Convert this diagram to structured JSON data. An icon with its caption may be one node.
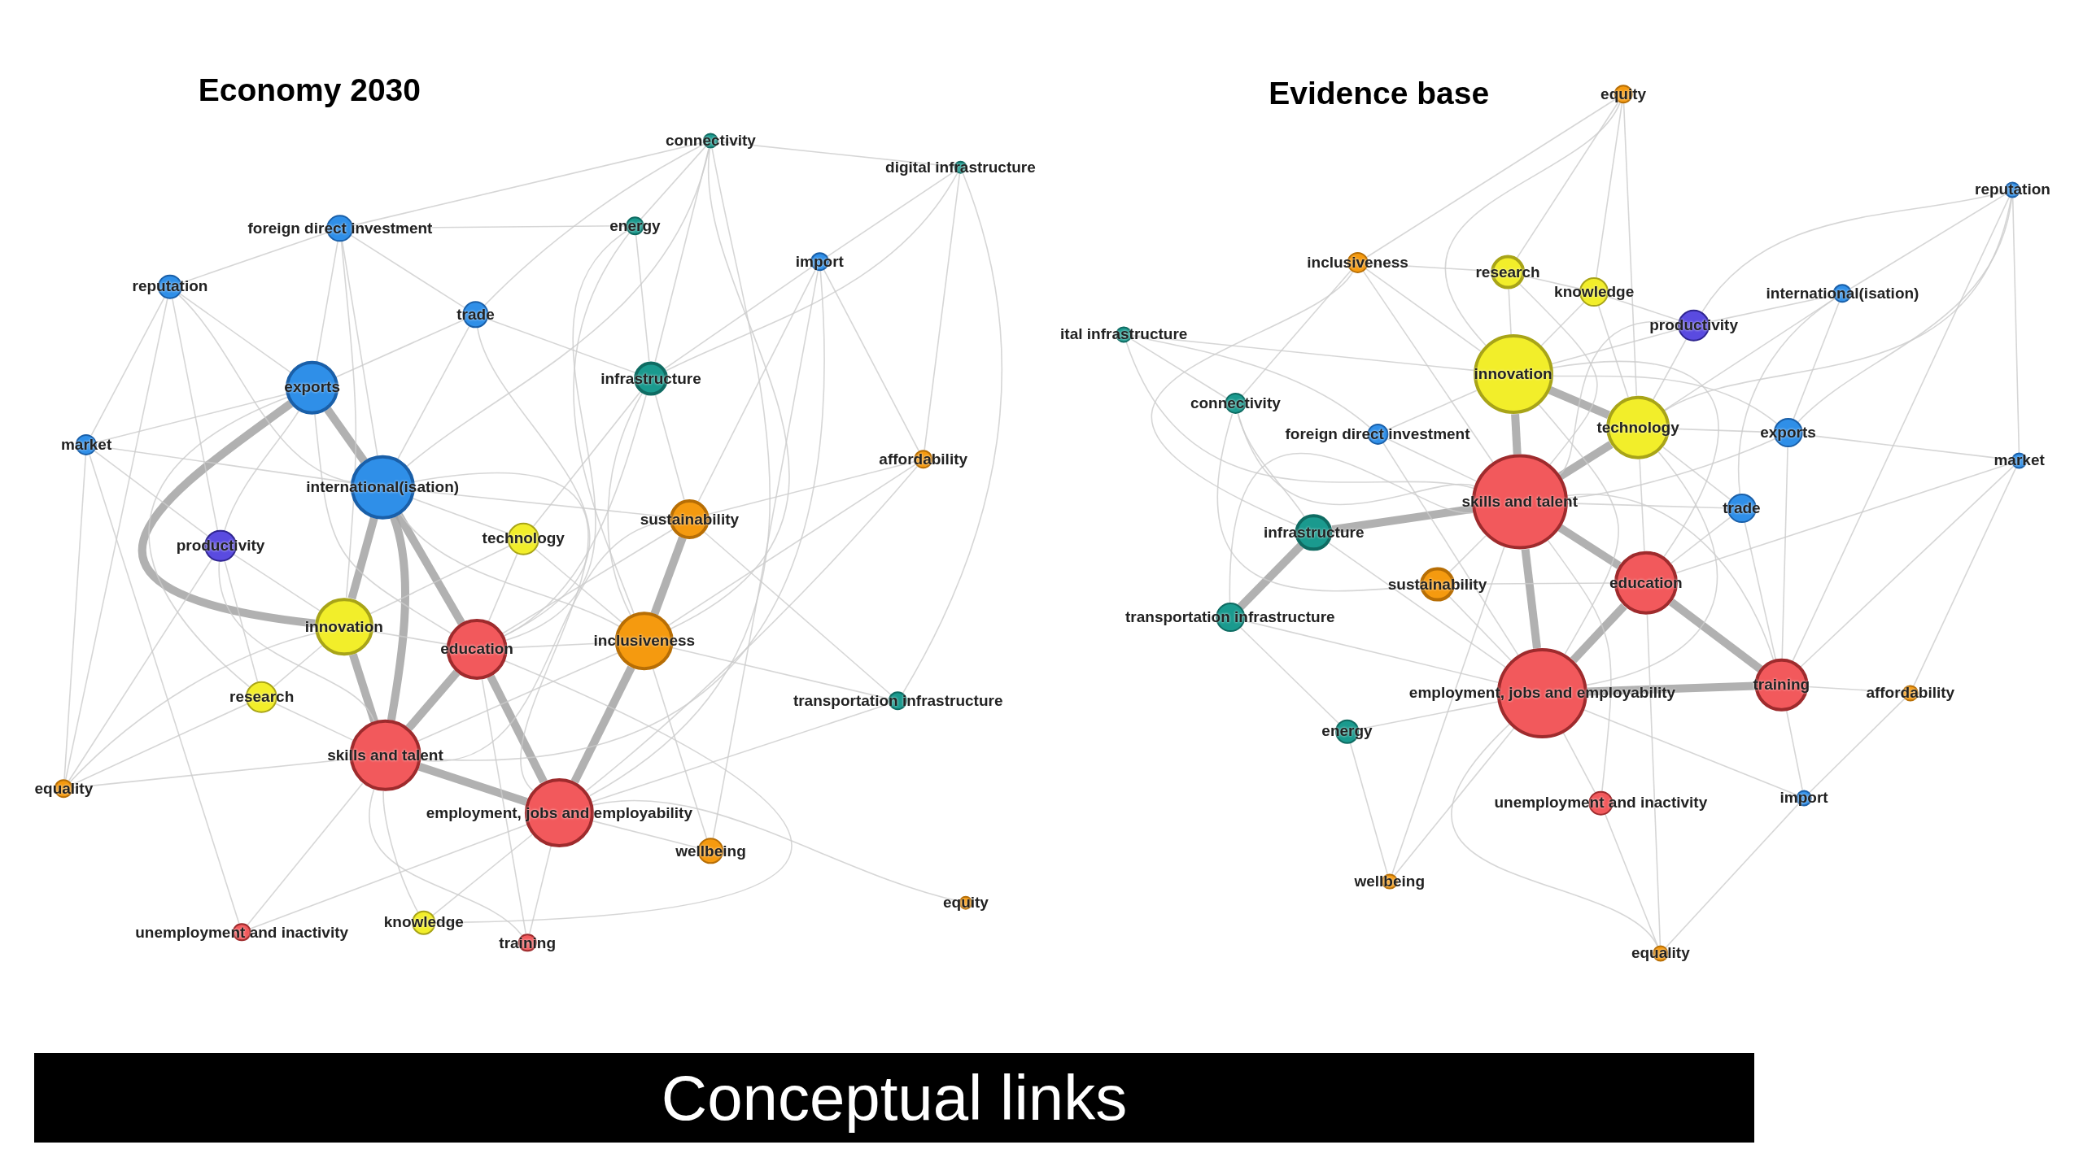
{
  "diagram": {
    "title": "Conceptual links",
    "nodes": [
      {
        "text": [
          "connectivity"
        ]
      },
      {
        "text": [
          "digital infrastructure"
        ]
      },
      {
        "text": [
          "foreign direct investment"
        ]
      },
      {
        "text": [
          "energy"
        ]
      },
      {
        "text": [
          "import"
        ]
      },
      {
        "text": [
          "reputation"
        ]
      },
      {
        "text": [
          "trade"
        ]
      },
      {
        "text": [
          "exports"
        ]
      },
      {
        "text": [
          "infrastructure"
        ]
      },
      {
        "text": [
          "market"
        ]
      },
      {
        "text": [
          "affordability"
        ]
      },
      {
        "text": [
          "international(isation)"
        ]
      },
      {
        "text": [
          "productivity"
        ]
      },
      {
        "text": [
          "technology"
        ]
      },
      {
        "text": [
          "sustainability"
        ]
      },
      {
        "text": [
          "innovation"
        ]
      },
      {
        "text": [
          "education"
        ]
      },
      {
        "text": [
          "inclusiveness"
        ]
      },
      {
        "text": [
          "research"
        ]
      },
      {
        "text": [
          "transportation infrastructure"
        ]
      },
      {
        "text": [
          "equality"
        ]
      },
      {
        "text": [
          "skills and talent"
        ]
      },
      {
        "text": [
          "employment, jobs and employability"
        ]
      },
      {
        "text": [
          "wellbeing"
        ]
      },
      {
        "text": [
          "equity"
        ]
      },
      {
        "text": [
          "unemployment and inactivity"
        ]
      },
      {
        "text": [
          "knowledge"
        ]
      },
      {
        "text": [
          "training"
        ]
      },
      {
        "text": [
          "equity"
        ]
      },
      {
        "text": [
          "reputation"
        ]
      },
      {
        "text": [
          "inclusiveness"
        ]
      },
      {
        "text": [
          "research"
        ]
      },
      {
        "text": [
          "knowledge"
        ]
      },
      {
        "text": [
          "international(isation)"
        ]
      },
      {
        "text": [
          "productivity"
        ]
      },
      {
        "text": [
          "ital infrastructure"
        ]
      },
      {
        "text": [
          "innovation"
        ]
      },
      {
        "text": [
          "connectivity"
        ]
      },
      {
        "text": [
          "foreign direct investment"
        ]
      },
      {
        "text": [
          "technology"
        ]
      },
      {
        "text": [
          "exports"
        ]
      },
      {
        "text": [
          "market"
        ]
      },
      {
        "text": [
          "skills and talent"
        ]
      },
      {
        "text": [
          "trade"
        ]
      },
      {
        "text": [
          "infrastructure"
        ]
      },
      {
        "text": [
          "sustainability"
        ]
      },
      {
        "text": [
          "education"
        ]
      },
      {
        "text": [
          "transportation infrastructure"
        ]
      },
      {
        "text": [
          "employment, jobs and employability"
        ]
      },
      {
        "text": [
          "training"
        ]
      },
      {
        "text": [
          "affordability"
        ]
      },
      {
        "text": [
          "energy"
        ]
      },
      {
        "text": [
          "unemployment and inactivity"
        ]
      },
      {
        "text": [
          "import"
        ]
      },
      {
        "text": [
          "wellbeing"
        ]
      },
      {
        "text": [
          "equality"
        ]
      }
    ],
    "edges": [
      {
        "from": 7,
        "to": 11,
        "arrow": "none",
        "style": "thick"
      },
      {
        "from": 15,
        "to": 21,
        "arrow": "none",
        "style": "thick"
      },
      {
        "from": 21,
        "to": 22,
        "arrow": "none",
        "style": "thick"
      },
      {
        "from": 16,
        "to": 22,
        "arrow": "none",
        "style": "thick"
      },
      {
        "from": 17,
        "to": 22,
        "arrow": "none",
        "style": "thick"
      },
      {
        "from": 16,
        "to": 21,
        "arrow": "none",
        "style": "thick"
      },
      {
        "from": 11,
        "to": 15,
        "arrow": "none",
        "style": "thick"
      },
      {
        "from": 7,
        "to": 15,
        "arrow": "none",
        "style": "thick"
      },
      {
        "from": 14,
        "to": 17,
        "arrow": "none",
        "style": "thick"
      },
      {
        "from": 11,
        "to": 16,
        "arrow": "none",
        "style": "thick"
      },
      {
        "from": 11,
        "to": 21,
        "arrow": "none",
        "style": "thick"
      },
      {
        "from": 0,
        "to": 1,
        "arrow": "none"
      },
      {
        "from": 0,
        "to": 3,
        "arrow": "none"
      },
      {
        "from": 0,
        "to": 8,
        "arrow": "none"
      },
      {
        "from": 0,
        "to": 6,
        "arrow": "none"
      },
      {
        "from": 0,
        "to": 11,
        "arrow": "none"
      },
      {
        "from": 0,
        "to": 17,
        "arrow": "none"
      },
      {
        "from": 0,
        "to": 22,
        "arrow": "none"
      },
      {
        "from": 0,
        "to": 2,
        "arrow": "none"
      },
      {
        "from": 1,
        "to": 4,
        "arrow": "none"
      },
      {
        "from": 1,
        "to": 10,
        "arrow": "none"
      },
      {
        "from": 1,
        "to": 8,
        "arrow": "none"
      },
      {
        "from": 1,
        "to": 19,
        "arrow": "none"
      },
      {
        "from": 2,
        "to": 5,
        "arrow": "none"
      },
      {
        "from": 2,
        "to": 7,
        "arrow": "none"
      },
      {
        "from": 2,
        "to": 11,
        "arrow": "none"
      },
      {
        "from": 2,
        "to": 6,
        "arrow": "none"
      },
      {
        "from": 2,
        "to": 15,
        "arrow": "none"
      },
      {
        "from": 2,
        "to": 3,
        "arrow": "none"
      },
      {
        "from": 3,
        "to": 8,
        "arrow": "none"
      },
      {
        "from": 3,
        "to": 16,
        "arrow": "none"
      },
      {
        "from": 3,
        "to": 17,
        "arrow": "none"
      },
      {
        "from": 4,
        "to": 8,
        "arrow": "none"
      },
      {
        "from": 4,
        "to": 14,
        "arrow": "none"
      },
      {
        "from": 4,
        "to": 10,
        "arrow": "none"
      },
      {
        "from": 4,
        "to": 21,
        "arrow": "none"
      },
      {
        "from": 4,
        "to": 23,
        "arrow": "none"
      },
      {
        "from": 5,
        "to": 7,
        "arrow": "none"
      },
      {
        "from": 5,
        "to": 9,
        "arrow": "none"
      },
      {
        "from": 5,
        "to": 11,
        "arrow": "none"
      },
      {
        "from": 5,
        "to": 12,
        "arrow": "none"
      },
      {
        "from": 5,
        "to": 20,
        "arrow": "none"
      },
      {
        "from": 6,
        "to": 7,
        "arrow": "none"
      },
      {
        "from": 6,
        "to": 11,
        "arrow": "none"
      },
      {
        "from": 6,
        "to": 16,
        "arrow": "none"
      },
      {
        "from": 6,
        "to": 8,
        "arrow": "none"
      },
      {
        "from": 7,
        "to": 12,
        "arrow": "none"
      },
      {
        "from": 7,
        "to": 9,
        "arrow": "none"
      },
      {
        "from": 7,
        "to": 16,
        "arrow": "none"
      },
      {
        "from": 7,
        "to": 18,
        "arrow": "none"
      },
      {
        "from": 8,
        "to": 13,
        "arrow": "none"
      },
      {
        "from": 8,
        "to": 14,
        "arrow": "none"
      },
      {
        "from": 8,
        "to": 16,
        "arrow": "none"
      },
      {
        "from": 8,
        "to": 17,
        "arrow": "none"
      },
      {
        "from": 9,
        "to": 11,
        "arrow": "none"
      },
      {
        "from": 9,
        "to": 12,
        "arrow": "none"
      },
      {
        "from": 9,
        "to": 20,
        "arrow": "none"
      },
      {
        "from": 9,
        "to": 25,
        "arrow": "none"
      },
      {
        "from": 10,
        "to": 14,
        "arrow": "none"
      },
      {
        "from": 10,
        "to": 17,
        "arrow": "none"
      },
      {
        "from": 10,
        "to": 22,
        "arrow": "none"
      },
      {
        "from": 11,
        "to": 13,
        "arrow": "none"
      },
      {
        "from": 11,
        "to": 14,
        "arrow": "none"
      },
      {
        "from": 11,
        "to": 17,
        "arrow": "none"
      },
      {
        "from": 11,
        "to": 22,
        "arrow": "none"
      },
      {
        "from": 12,
        "to": 15,
        "arrow": "none"
      },
      {
        "from": 12,
        "to": 18,
        "arrow": "none"
      },
      {
        "from": 12,
        "to": 21,
        "arrow": "none"
      },
      {
        "from": 13,
        "to": 16,
        "arrow": "none"
      },
      {
        "from": 13,
        "to": 15,
        "arrow": "none"
      },
      {
        "from": 13,
        "to": 17,
        "arrow": "none"
      },
      {
        "from": 14,
        "to": 16,
        "arrow": "none"
      },
      {
        "from": 14,
        "to": 21,
        "arrow": "none"
      },
      {
        "from": 15,
        "to": 16,
        "arrow": "none"
      },
      {
        "from": 15,
        "to": 18,
        "arrow": "none"
      },
      {
        "from": 16,
        "to": 17,
        "arrow": "none"
      },
      {
        "from": 17,
        "to": 21,
        "arrow": "none"
      },
      {
        "from": 19,
        "to": 22,
        "arrow": "none"
      },
      {
        "from": 19,
        "to": 14,
        "arrow": "none"
      },
      {
        "from": 19,
        "to": 17,
        "arrow": "none"
      },
      {
        "from": 20,
        "to": 15,
        "arrow": "none"
      },
      {
        "from": 20,
        "to": 18,
        "arrow": "none"
      },
      {
        "from": 20,
        "to": 21,
        "arrow": "none"
      },
      {
        "from": 21,
        "to": 25,
        "arrow": "none"
      },
      {
        "from": 21,
        "to": 26,
        "arrow": "none"
      },
      {
        "from": 21,
        "to": 27,
        "arrow": "none"
      },
      {
        "from": 22,
        "to": 23,
        "arrow": "none"
      },
      {
        "from": 22,
        "to": 26,
        "arrow": "none"
      },
      {
        "from": 22,
        "to": 27,
        "arrow": "none"
      },
      {
        "from": 23,
        "to": 17,
        "arrow": "none"
      },
      {
        "from": 24,
        "to": 22,
        "arrow": "none"
      },
      {
        "from": 25,
        "to": 22,
        "arrow": "none"
      },
      {
        "from": 26,
        "to": 16,
        "arrow": "none"
      },
      {
        "from": 27,
        "to": 16,
        "arrow": "none"
      },
      {
        "from": 18,
        "to": 21,
        "arrow": "none"
      },
      {
        "from": 12,
        "to": 20,
        "arrow": "none"
      },
      {
        "from": 36,
        "to": 42,
        "arrow": "none",
        "style": "thick"
      },
      {
        "from": 42,
        "to": 48,
        "arrow": "none",
        "style": "thick"
      },
      {
        "from": 42,
        "to": 46,
        "arrow": "none",
        "style": "thick"
      },
      {
        "from": 36,
        "to": 39,
        "arrow": "none",
        "style": "thick"
      },
      {
        "from": 48,
        "to": 49,
        "arrow": "none",
        "style": "thick"
      },
      {
        "from": 44,
        "to": 47,
        "arrow": "none",
        "style": "thick"
      },
      {
        "from": 39,
        "to": 42,
        "arrow": "none",
        "style": "thick"
      },
      {
        "from": 46,
        "to": 49,
        "arrow": "none",
        "style": "thick"
      },
      {
        "from": 46,
        "to": 48,
        "arrow": "none",
        "style": "thick"
      },
      {
        "from": 44,
        "to": 42,
        "arrow": "none",
        "style": "thick"
      },
      {
        "from": 28,
        "to": 30,
        "arrow": "none"
      },
      {
        "from": 28,
        "to": 31,
        "arrow": "none"
      },
      {
        "from": 28,
        "to": 32,
        "arrow": "none"
      },
      {
        "from": 28,
        "to": 36,
        "arrow": "none"
      },
      {
        "from": 28,
        "to": 39,
        "arrow": "none"
      },
      {
        "from": 29,
        "to": 33,
        "arrow": "none"
      },
      {
        "from": 29,
        "to": 34,
        "arrow": "none"
      },
      {
        "from": 29,
        "to": 40,
        "arrow": "none"
      },
      {
        "from": 29,
        "to": 41,
        "arrow": "none"
      },
      {
        "from": 29,
        "to": 39,
        "arrow": "none"
      },
      {
        "from": 29,
        "to": 49,
        "arrow": "none"
      },
      {
        "from": 30,
        "to": 36,
        "arrow": "none"
      },
      {
        "from": 30,
        "to": 37,
        "arrow": "none"
      },
      {
        "from": 30,
        "to": 42,
        "arrow": "none"
      },
      {
        "from": 30,
        "to": 44,
        "arrow": "none"
      },
      {
        "from": 30,
        "to": 31,
        "arrow": "none"
      },
      {
        "from": 31,
        "to": 36,
        "arrow": "none"
      },
      {
        "from": 31,
        "to": 42,
        "arrow": "none"
      },
      {
        "from": 31,
        "to": 32,
        "arrow": "none"
      },
      {
        "from": 32,
        "to": 36,
        "arrow": "none"
      },
      {
        "from": 32,
        "to": 39,
        "arrow": "none"
      },
      {
        "from": 32,
        "to": 34,
        "arrow": "none"
      },
      {
        "from": 33,
        "to": 34,
        "arrow": "none"
      },
      {
        "from": 33,
        "to": 39,
        "arrow": "none"
      },
      {
        "from": 33,
        "to": 40,
        "arrow": "none"
      },
      {
        "from": 33,
        "to": 43,
        "arrow": "none"
      },
      {
        "from": 34,
        "to": 36,
        "arrow": "none"
      },
      {
        "from": 34,
        "to": 39,
        "arrow": "none"
      },
      {
        "from": 34,
        "to": 42,
        "arrow": "none"
      },
      {
        "from": 35,
        "to": 37,
        "arrow": "none"
      },
      {
        "from": 35,
        "to": 38,
        "arrow": "none"
      },
      {
        "from": 35,
        "to": 42,
        "arrow": "none"
      },
      {
        "from": 35,
        "to": 36,
        "arrow": "none"
      },
      {
        "from": 36,
        "to": 38,
        "arrow": "none"
      },
      {
        "from": 36,
        "to": 46,
        "arrow": "none"
      },
      {
        "from": 36,
        "to": 48,
        "arrow": "none"
      },
      {
        "from": 36,
        "to": 40,
        "arrow": "none"
      },
      {
        "from": 37,
        "to": 42,
        "arrow": "none"
      },
      {
        "from": 37,
        "to": 44,
        "arrow": "none"
      },
      {
        "from": 37,
        "to": 45,
        "arrow": "none"
      },
      {
        "from": 38,
        "to": 42,
        "arrow": "none"
      },
      {
        "from": 38,
        "to": 48,
        "arrow": "none"
      },
      {
        "from": 39,
        "to": 40,
        "arrow": "none"
      },
      {
        "from": 39,
        "to": 43,
        "arrow": "none"
      },
      {
        "from": 39,
        "to": 46,
        "arrow": "none"
      },
      {
        "from": 39,
        "to": 48,
        "arrow": "none"
      },
      {
        "from": 40,
        "to": 42,
        "arrow": "none"
      },
      {
        "from": 40,
        "to": 49,
        "arrow": "none"
      },
      {
        "from": 41,
        "to": 40,
        "arrow": "none"
      },
      {
        "from": 41,
        "to": 46,
        "arrow": "none"
      },
      {
        "from": 41,
        "to": 49,
        "arrow": "none"
      },
      {
        "from": 41,
        "to": 50,
        "arrow": "none"
      },
      {
        "from": 42,
        "to": 43,
        "arrow": "none"
      },
      {
        "from": 42,
        "to": 45,
        "arrow": "none"
      },
      {
        "from": 42,
        "to": 49,
        "arrow": "none"
      },
      {
        "from": 42,
        "to": 52,
        "arrow": "none"
      },
      {
        "from": 43,
        "to": 46,
        "arrow": "none"
      },
      {
        "from": 43,
        "to": 49,
        "arrow": "none"
      },
      {
        "from": 44,
        "to": 48,
        "arrow": "none"
      },
      {
        "from": 45,
        "to": 48,
        "arrow": "none"
      },
      {
        "from": 45,
        "to": 46,
        "arrow": "none"
      },
      {
        "from": 47,
        "to": 42,
        "arrow": "none"
      },
      {
        "from": 47,
        "to": 48,
        "arrow": "none"
      },
      {
        "from": 47,
        "to": 51,
        "arrow": "none"
      },
      {
        "from": 48,
        "to": 51,
        "arrow": "none"
      },
      {
        "from": 48,
        "to": 52,
        "arrow": "none"
      },
      {
        "from": 48,
        "to": 53,
        "arrow": "none"
      },
      {
        "from": 48,
        "to": 54,
        "arrow": "none"
      },
      {
        "from": 48,
        "to": 55,
        "arrow": "none"
      },
      {
        "from": 49,
        "to": 50,
        "arrow": "none"
      },
      {
        "from": 49,
        "to": 53,
        "arrow": "none"
      },
      {
        "from": 51,
        "to": 54,
        "arrow": "none"
      },
      {
        "from": 52,
        "to": 55,
        "arrow": "none"
      },
      {
        "from": 53,
        "to": 55,
        "arrow": "none"
      },
      {
        "from": 54,
        "to": 42,
        "arrow": "none"
      },
      {
        "from": 55,
        "to": 46,
        "arrow": "none"
      },
      {
        "from": 50,
        "to": 53,
        "arrow": "none"
      }
    ],
    "labels": [
      "Economy 2030",
      "Evidence base"
    ]
  }
}
